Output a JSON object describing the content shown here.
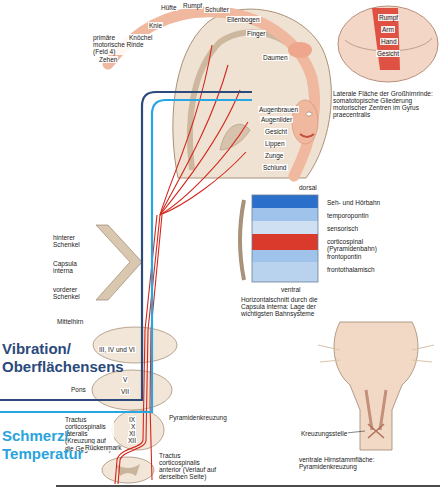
{
  "diagram": {
    "labels": [
      "primäre motorische Rinde (Feld 4)",
      "Zehen",
      "Knöchel",
      "Knie",
      "Hüfte",
      "Rumpf",
      "Schulter",
      "Ellenbogen",
      "Finger",
      "Daumen",
      "Augenbrauen",
      "Augenlider",
      "Gesicht",
      "Lippen",
      "Zunge",
      "Schlund",
      "Laterale Fläche der Großhirnrinde: somatotopische Gliederung motorischer Zentren im Gyrus praecentralis",
      "Rumpf",
      "Arm",
      "Hand",
      "Gesicht",
      "hinterer Schenkel",
      "Capsula interna",
      "vorderer Schenkel",
      "Mittelhirn",
      "III, IV und VI",
      "Pons",
      "V",
      "VII",
      "IX",
      "X",
      "XI",
      "XII",
      "Pyramidenkreuzung",
      "Tractus corticospinalis lateralis (Kreuzung auf die Gegenseite)",
      "Rückenmark",
      "Tractus corticospinalis anterior (Verlauf auf derselben Seite)",
      "dorsal",
      "Seh- und Hörbahn",
      "temporopontin",
      "sensorisch",
      "corticospinal (Pyramidenbahn)",
      "frontopontin",
      "frontothalamisch",
      "ventral",
      "Horizontalschnitt durch die Capsula interna: Lage der wichtigsten Bahnsysteme",
      "Kreuzungsstelle",
      "ventrale Hirnstammfläche: Pyramidenkreuzung"
    ],
    "legend": [
      {
        "text": "Vibration/ Oberflächensens"
      },
      {
        "text": "Schmerz/ Temperatur"
      }
    ]
  }
}
